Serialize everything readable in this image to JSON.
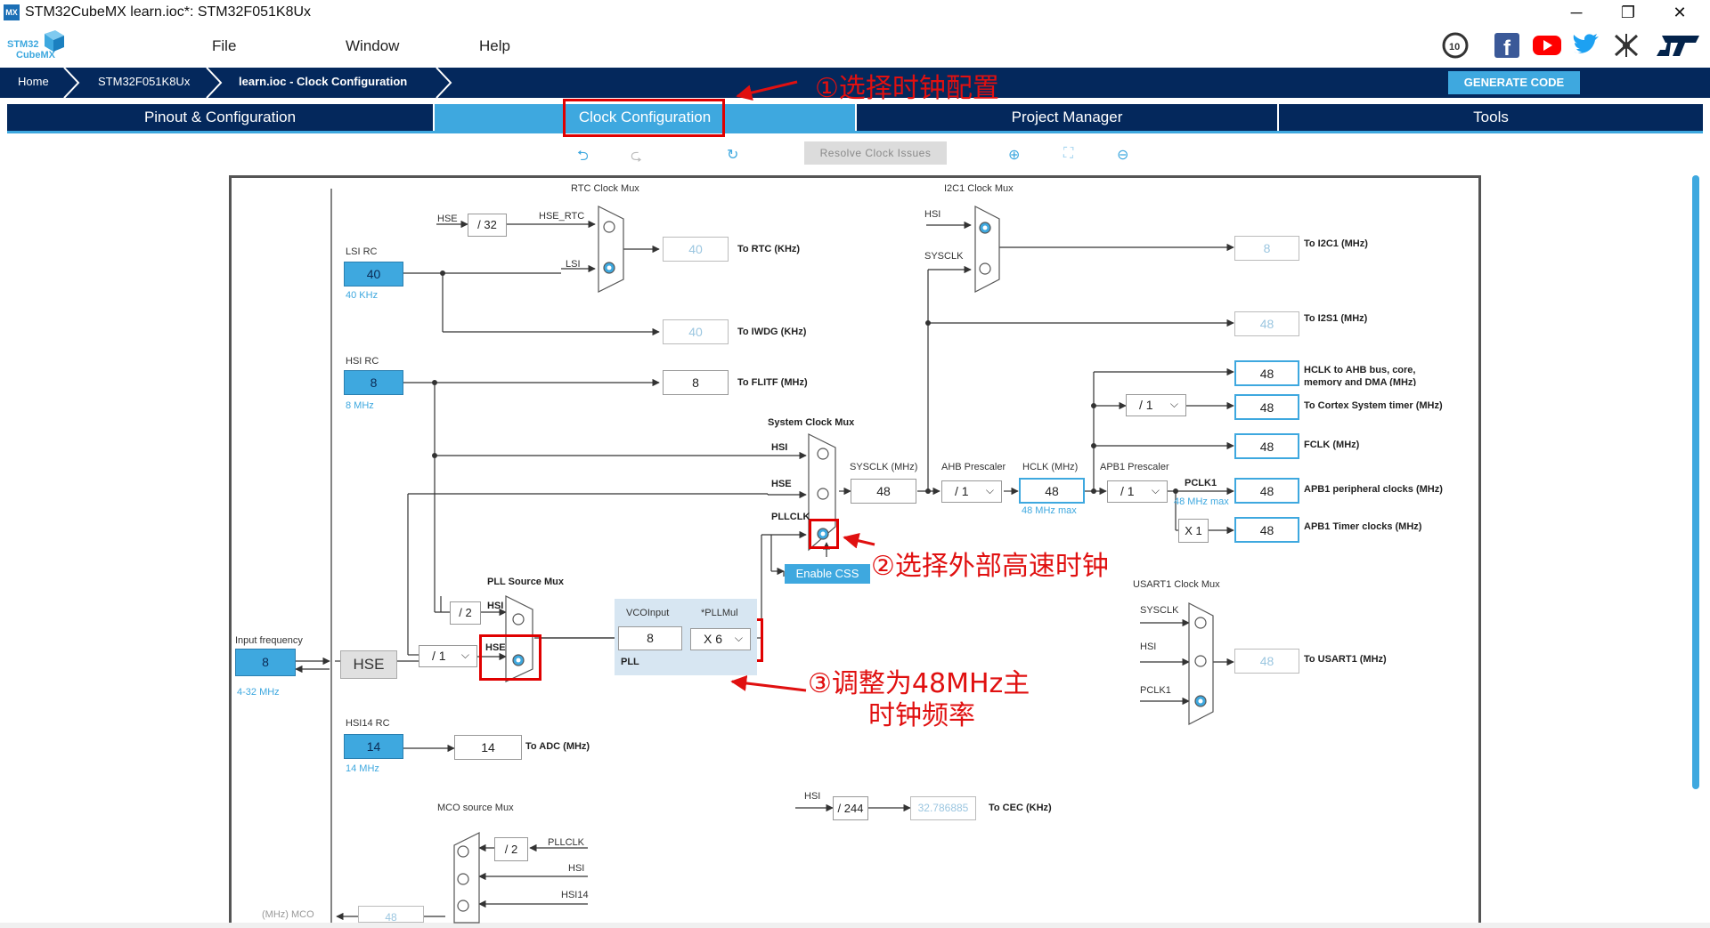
{
  "window": {
    "title": "STM32CubeMX learn.ioc*: STM32F051K8Ux",
    "icon": "MX",
    "controls": [
      "─",
      "❐",
      "✕"
    ]
  },
  "logo": {
    "line1": "STM32",
    "line2": "CubeMX"
  },
  "menu": [
    "File",
    "Window",
    "Help"
  ],
  "social_icons": [
    "10-anniversary-icon",
    "facebook-icon",
    "youtube-icon",
    "twitter-icon",
    "network-icon",
    "st-logo-icon"
  ],
  "breadcrumb": [
    "Home",
    "STM32F051K8Ux",
    "learn.ioc - Clock Configuration"
  ],
  "generate_code": "GENERATE CODE",
  "tabs": [
    "Pinout & Configuration",
    "Clock Configuration",
    "Project Manager",
    "Tools"
  ],
  "active_tab": "Clock Configuration",
  "toolbar": {
    "resolve": "Resolve Clock Issues"
  },
  "annotations": {
    "a1": "①选择时钟配置",
    "a2": "②选择外部高速时钟",
    "a3_line1": "③调整为48MHz主",
    "a3_line2": "时钟频率"
  },
  "colors": {
    "accent": "#3ea8df",
    "navy": "#04285c",
    "annotation": "#e01010"
  },
  "diagram": {
    "rtc_mux": "RTC Clock Mux",
    "i2c1_mux": "I2C1 Clock Mux",
    "hse_label": "HSE",
    "div32": "/ 32",
    "hse_rtc": "HSE_RTC",
    "lsi": "LSI",
    "lsi_rc": "LSI RC",
    "lsi_val": "40",
    "lsi_freq": "40 KHz",
    "rtc_val": "40",
    "rtc_label": "To RTC (KHz)",
    "iwdg_val": "40",
    "iwdg_label": "To IWDG (KHz)",
    "hsi_rc": "HSI RC",
    "hsi_val": "8",
    "hsi_freq": "8 MHz",
    "flitf_val": "8",
    "flitf_label": "To FLITF (MHz)",
    "i2c_hsi": "HSI",
    "i2c_sysclk": "SYSCLK",
    "i2c1_val": "8",
    "i2c1_label": "To I2C1 (MHz)",
    "i2s1_val": "48",
    "i2s1_label": "To I2S1 (MHz)",
    "hclk_ahb_val": "48",
    "hclk_ahb_label": "HCLK to AHB bus, core,",
    "hclk_ahb_label2": "memory and DMA (MHz)",
    "apb_div": "/ 1",
    "cortex_val": "48",
    "cortex_label": "To Cortex System timer (MHz)",
    "fclk_val": "48",
    "fclk_label": "FCLK (MHz)",
    "sys_mux": "System Clock Mux",
    "sm_hsi": "HSI",
    "sm_hse": "HSE",
    "sm_pllclk": "PLLCLK",
    "sysclk_label": "SYSCLK (MHz)",
    "sysclk_val": "48",
    "ahb_pre": "AHB Prescaler",
    "ahb_div": "/ 1",
    "hclk_label": "HCLK (MHz)",
    "hclk_val": "48",
    "hclk_max": "48 MHz max",
    "apb1_pre": "APB1 Prescaler",
    "apb1_div": "/ 1",
    "pclk1": "PCLK1",
    "pclk1_max": "48 MHz max",
    "apb1p_val": "48",
    "apb1p_label": "APB1 peripheral clocks (MHz)",
    "x1": "X 1",
    "apb1t_val": "48",
    "apb1t_label": "APB1 Timer clocks (MHz)",
    "enable_css": "Enable CSS",
    "pll_src_mux": "PLL Source Mux",
    "div2": "/ 2",
    "ps_hsi": "HSI",
    "ps_hse": "HSE",
    "vco_input": "VCOInput",
    "pll_mul": "*PLLMul",
    "vco_val": "8",
    "pll_mul_val": "X 6",
    "pll": "PLL",
    "input_freq": "Input frequency",
    "input_val": "8",
    "input_range": "4-32 MHz",
    "hse_block": "HSE",
    "prediv": "/ 1",
    "usart1_mux": "USART1 Clock Mux",
    "us_sysclk": "SYSCLK",
    "us_hsi": "HSI",
    "us_pclk1": "PCLK1",
    "usart1_val": "48",
    "usart1_label": "To USART1 (MHz)",
    "hsi14_rc": "HSI14 RC",
    "hsi14_val": "14",
    "hsi14_freq": "14 MHz",
    "adc_val": "14",
    "adc_label": "To ADC (MHz)",
    "cec_hsi": "HSI",
    "div244": "/ 244",
    "cec_val": "32.786885",
    "cec_label": "To CEC (KHz)",
    "mco_mux": "MCO source Mux",
    "mco_div2": "/ 2",
    "mco_pllclk": "PLLCLK",
    "mco_hsi": "HSI",
    "mco_hsi14": "HSI14",
    "mco_label": "(MHz) MCO",
    "mco_val": "48"
  }
}
